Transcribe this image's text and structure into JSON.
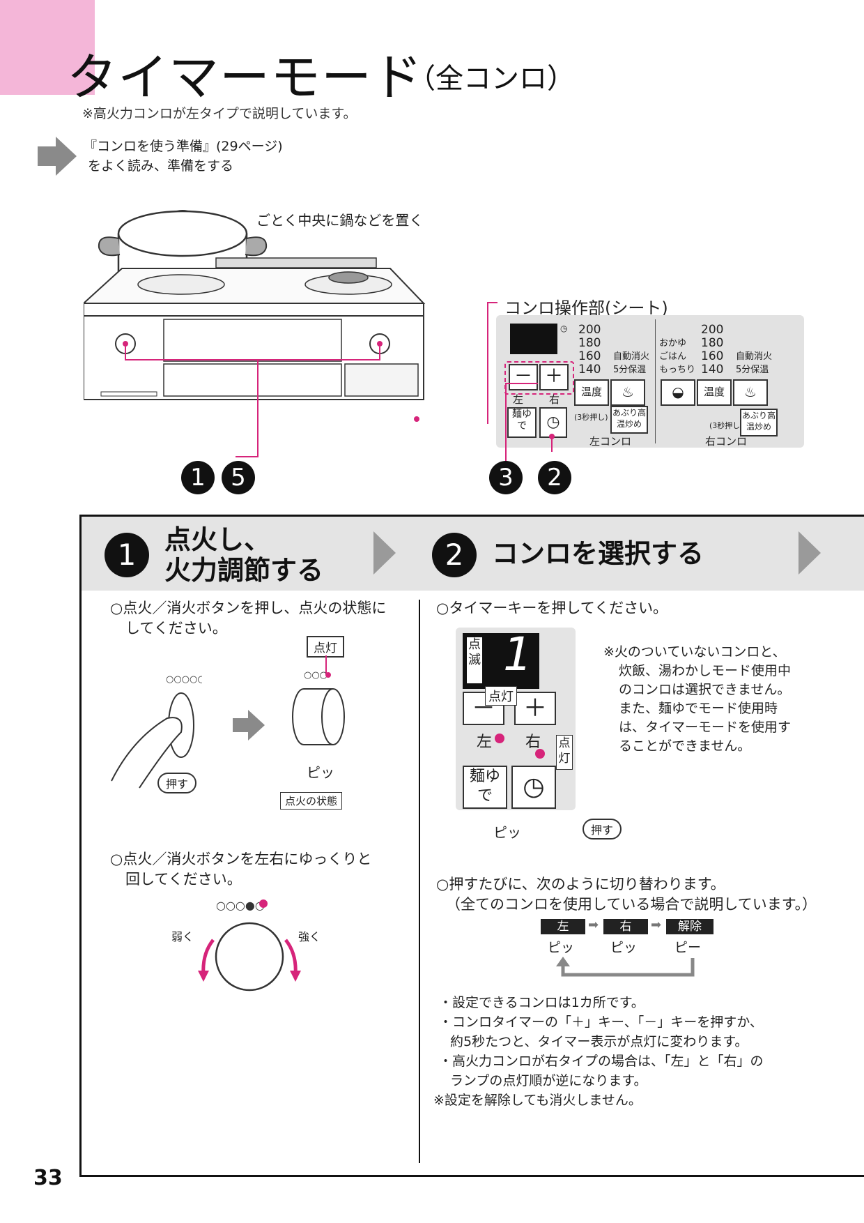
{
  "header": {
    "title": "タイマーモード",
    "title_sub": "（全コンロ）",
    "note": "※高火力コンロが左タイプで説明しています。",
    "prep_line1": "『コンロを使う準備』(29ページ)",
    "prep_line2": "をよく読み、準備をする"
  },
  "overview": {
    "pot_label": "ごとく中央に鍋などを置く",
    "panel_label": "コンロ操作部(シート)",
    "callouts": [
      "1",
      "5",
      "3",
      "2"
    ],
    "panel": {
      "left_temps": [
        "200",
        "180",
        "160",
        "140"
      ],
      "left_options": [
        "自動消火",
        "5分保温"
      ],
      "right_modes": [
        "おかゆ",
        "ごはん",
        "もっちり"
      ],
      "right_temps": [
        "200",
        "180",
        "160",
        "140"
      ],
      "right_options": [
        "自動消火",
        "5分保温"
      ],
      "minus": "－",
      "plus": "＋",
      "left_mark": "左",
      "right_mark": "右",
      "temp_btn": "温度",
      "men_btn": "麺ゆで",
      "aburi_btn": "あぶり高温炒め",
      "hold3": "(3秒押し)",
      "left_burner": "左コンロ",
      "right_burner": "右コンロ"
    }
  },
  "step1": {
    "number": "1",
    "title_line1": "点火し、",
    "title_line2": "火力調節する",
    "text1_line1": "○点火／消火ボタンを押し、点火の状態に",
    "text1_line2": "してください。",
    "lit_label": "点灯",
    "push_label": "押す",
    "beep": "ピッ",
    "ignition_state": "点火の状態",
    "text2_line1": "○点火／消火ボタンを左右にゆっくりと",
    "text2_line2": "回してください。",
    "weak": "弱く",
    "strong": "強く"
  },
  "step2": {
    "number": "2",
    "title": "コンロを選択する",
    "text1": "○タイマーキーを押してください。",
    "blink_label": "点滅",
    "display_digit": "1",
    "lit_label": "点灯",
    "lit_label_v": "点灯",
    "minus": "－",
    "plus": "＋",
    "left_mark": "左",
    "right_mark": "右",
    "men_btn": "麺ゆで",
    "beep": "ピッ",
    "push_label": "押す",
    "note_lines": [
      "※火のついていないコンロと、",
      "炊飯、湯わかしモード使用中",
      "のコンロは選択できません。",
      "また、麺ゆでモード使用時",
      "は、タイマーモードを使用す",
      "ることができません。"
    ],
    "text2_line1": "○押すたびに、次のように切り替わります。",
    "text2_line2": "（全てのコンロを使用している場合で説明しています。）",
    "sequence": [
      {
        "label": "左",
        "sound": "ピッ"
      },
      {
        "label": "右",
        "sound": "ピッ"
      },
      {
        "label": "解除",
        "sound": "ピー"
      }
    ],
    "bullets": [
      "・設定できるコンロは1カ所です。",
      "・コンロタイマーの「＋」キー、「－」キーを押すか、",
      "約5秒たつと、タイマー表示が点灯に変わります。",
      "・高火力コンロが右タイプの場合は、「左」と「右」の",
      "ランプの点灯順が逆になります。",
      "※設定を解除しても消火しません。"
    ]
  },
  "page_number": "33",
  "colors": {
    "accent": "#f4b6d8",
    "magenta": "#d6247a",
    "step_bar": "#e4e4e4"
  }
}
